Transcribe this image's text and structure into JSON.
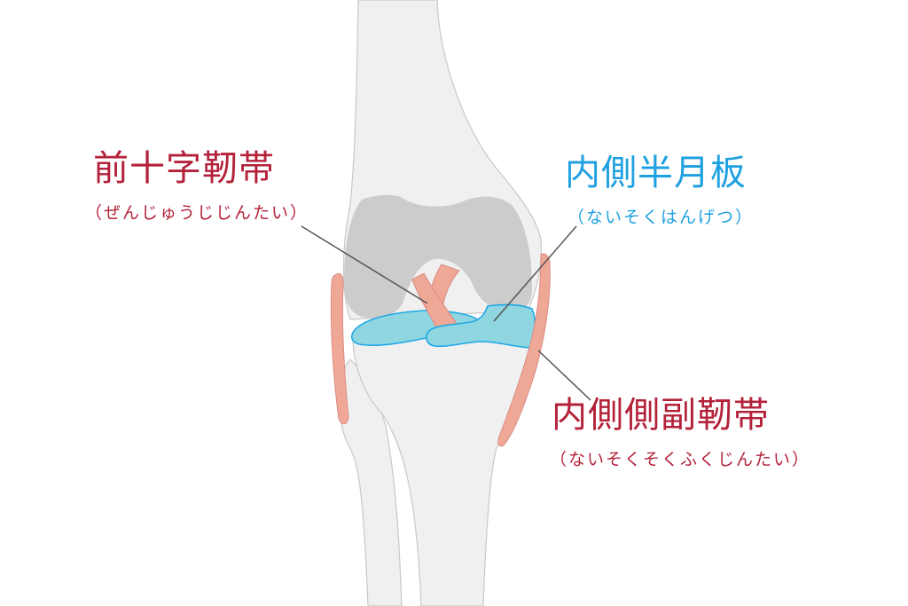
{
  "diagram": {
    "subject": "knee joint (front view)",
    "colors": {
      "bone": "#f0f0f0",
      "bone_outline": "#c8c8c8",
      "cartilage": "#cccccc",
      "ligament": "#f0a896",
      "ligament_outline": "#d98b85",
      "meniscus": "#8fd6e0",
      "meniscus_outline": "#1ea8e6",
      "leader_line": "#555555",
      "label_red": "#b3223a",
      "label_blue": "#1fa0e0"
    }
  },
  "labels": {
    "acl": {
      "title": "前十字靭帯",
      "reading": "（ぜんじゅうじじんたい）"
    },
    "medial_meniscus": {
      "title": "内側半月板",
      "reading": "（ないそくはんげつ）"
    },
    "mcl": {
      "title": "内側側副靭帯",
      "reading": "（ないそくそくふくじんたい）"
    }
  }
}
